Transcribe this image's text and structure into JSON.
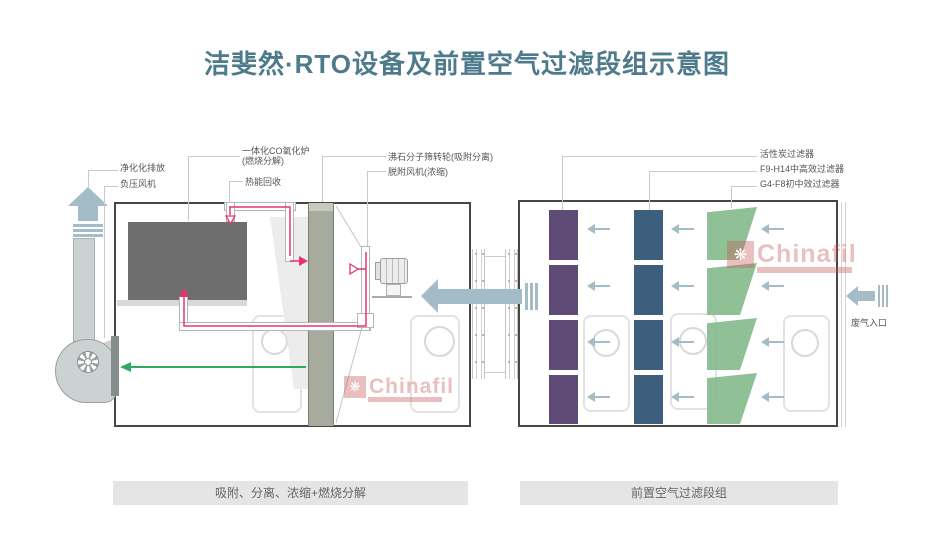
{
  "title": "洁斐然·RTO设备及前置空气过滤段组示意图",
  "colors": {
    "title_color": "#4e7b8b",
    "accent_pink": "#e8336e",
    "flow_arrow": "#a3bcc7",
    "green_arrow": "#2faa60",
    "filter_purple": "#5e4b76",
    "filter_blue": "#3d5f7e",
    "filter_green": "#85bb8d",
    "wheel_olive": "#a7ab9e",
    "chamber_gray": "#6e6e6e",
    "caption_bg": "#e5e5e5",
    "caption_text": "#666666",
    "label_text": "#555555",
    "leader_line": "#c9c9c9",
    "watermark_red": "rgba(201,86,86,0.38)"
  },
  "icons": {
    "watermark_flower": "❋"
  },
  "rto_unit": {
    "labels": {
      "purified_discharge": "净化化排放",
      "negative_pressure_fan": "负压风机",
      "co_oxidizer_line1": "一体化CO氧化炉",
      "co_oxidizer_line2": "(燃烧分解)",
      "heat_recovery": "热能回收",
      "zeolite_wheel": "沸石分子筛转轮(吸附分离)",
      "desorption_fan": "脱附风机(浓缩)"
    },
    "caption": "吸附、分离、浓缩+燃烧分解"
  },
  "filter_unit": {
    "labels": {
      "activated_carbon": "活性炭过滤器",
      "medium_high_filter": "F9-H14中高效过滤器",
      "pre_filter": "G4-F8初中效过滤器",
      "waste_gas_inlet": "废气入口"
    },
    "caption": "前置空气过滤段组"
  },
  "watermark": {
    "brand": "Chinafil"
  }
}
